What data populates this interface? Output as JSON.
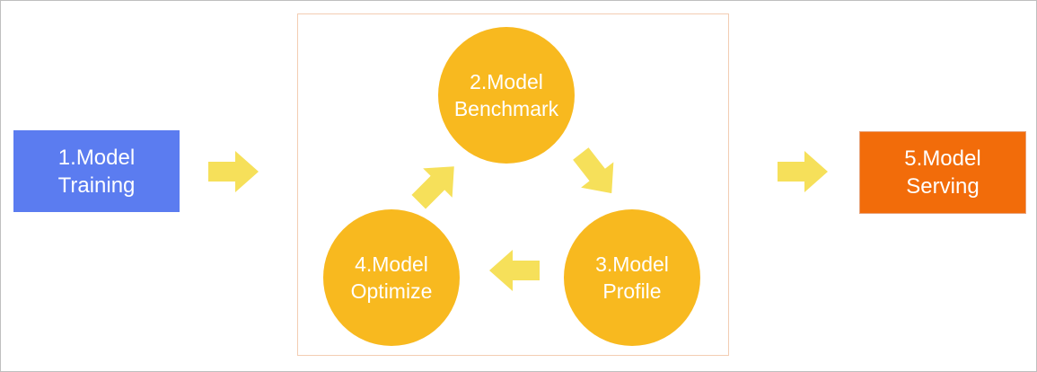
{
  "nodes": {
    "training": "1.Model\nTraining",
    "benchmark": "2.Model\nBenchmark",
    "profile": "3.Model\nProfile",
    "optimize": "4.Model\nOptimize",
    "serving": "5.Model\nServing"
  },
  "colors": {
    "training_fill": "#5b7cf0",
    "serving_fill": "#f26c0a",
    "cycle_node_fill": "#f8b91f",
    "arrow_fill": "#f6e05a",
    "cycle_border": "#f3cdb3"
  }
}
